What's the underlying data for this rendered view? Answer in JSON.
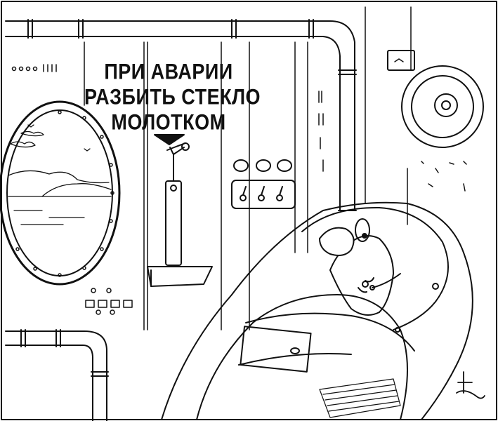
{
  "sign": {
    "line1": "ПРИ АВАРИИ",
    "line2": "РАЗБИТЬ СТЕКЛО",
    "line3": "МОЛОТКОМ"
  },
  "colors": {
    "ink": "#111111",
    "paper": "#ffffff"
  }
}
